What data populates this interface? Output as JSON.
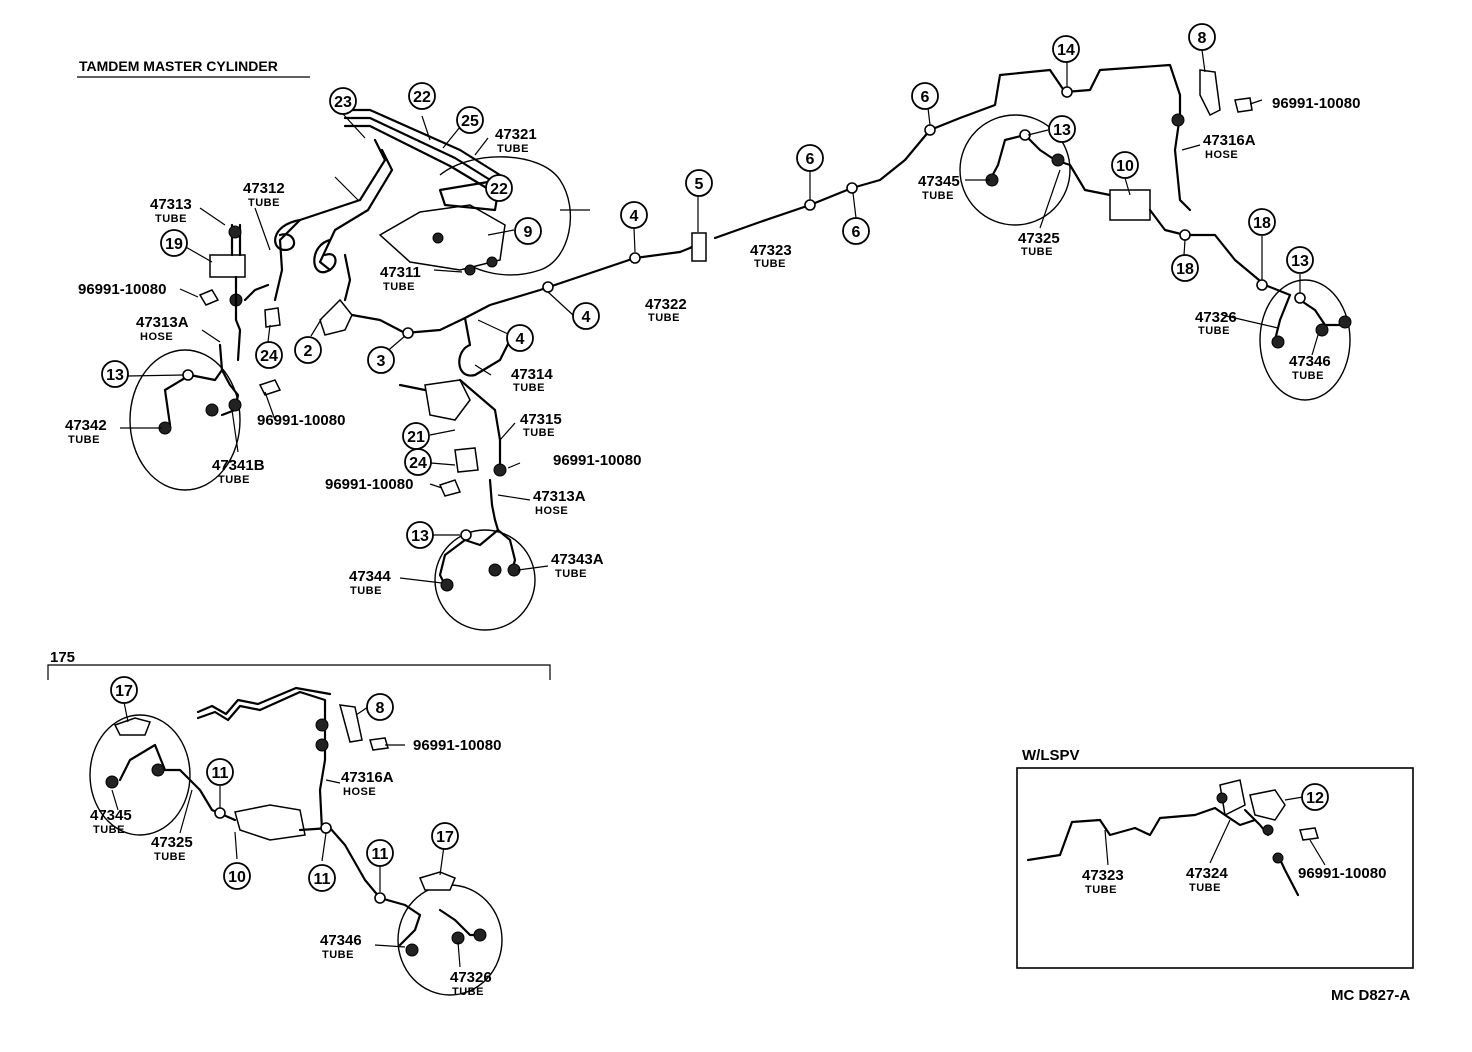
{
  "title": "TAMDEM MASTER CYLINDER",
  "section_label": "175",
  "inset_label": "W/LSPV",
  "drawing_code": "MC D827-A",
  "main_parts": [
    {
      "number": "47321",
      "kind": "TUBE"
    },
    {
      "number": "47312",
      "kind": "TUBE"
    },
    {
      "number": "47313",
      "kind": "TUBE"
    },
    {
      "number": "47311",
      "kind": "TUBE"
    },
    {
      "number": "96991-10080",
      "kind": ""
    },
    {
      "number": "47313A",
      "kind": "HOSE"
    },
    {
      "number": "96991-10080",
      "kind": ""
    },
    {
      "number": "47342",
      "kind": "TUBE"
    },
    {
      "number": "47341B",
      "kind": "TUBE"
    },
    {
      "number": "47314",
      "kind": "TUBE"
    },
    {
      "number": "47315",
      "kind": "TUBE"
    },
    {
      "number": "96991-10080",
      "kind": ""
    },
    {
      "number": "96991-10080",
      "kind": ""
    },
    {
      "number": "47313A",
      "kind": "HOSE"
    },
    {
      "number": "47343A",
      "kind": "TUBE"
    },
    {
      "number": "47344",
      "kind": "TUBE"
    },
    {
      "number": "47322",
      "kind": "TUBE"
    },
    {
      "number": "47323",
      "kind": "TUBE"
    },
    {
      "number": "96991-10080",
      "kind": ""
    },
    {
      "number": "47316A",
      "kind": "HOSE"
    },
    {
      "number": "47345",
      "kind": "TUBE"
    },
    {
      "number": "47325",
      "kind": "TUBE"
    },
    {
      "number": "47326",
      "kind": "TUBE"
    },
    {
      "number": "47346",
      "kind": "TUBE"
    }
  ],
  "sub175_parts": [
    {
      "number": "96991-10080",
      "kind": ""
    },
    {
      "number": "47316A",
      "kind": "HOSE"
    },
    {
      "number": "47345",
      "kind": "TUBE"
    },
    {
      "number": "47325",
      "kind": "TUBE"
    },
    {
      "number": "47346",
      "kind": "TUBE"
    },
    {
      "number": "47326",
      "kind": "TUBE"
    }
  ],
  "lspv_parts": [
    {
      "number": "47323",
      "kind": "TUBE"
    },
    {
      "number": "47324",
      "kind": "TUBE"
    },
    {
      "number": "96991-10080",
      "kind": ""
    }
  ],
  "callouts": [
    "23",
    "22",
    "25",
    "22",
    "9",
    "19",
    "24",
    "2",
    "3",
    "4",
    "4",
    "4",
    "5",
    "6",
    "6",
    "6",
    "14",
    "8",
    "13",
    "10",
    "18",
    "18",
    "13",
    "13",
    "21",
    "24",
    "13",
    "17",
    "8",
    "11",
    "10",
    "11",
    "11",
    "17",
    "12"
  ]
}
